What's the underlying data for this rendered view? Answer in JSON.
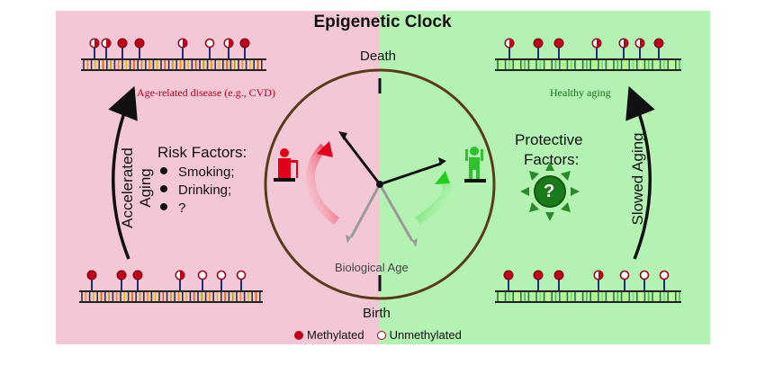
{
  "title": "Epigenetic Clock",
  "clock": {
    "top_label": "Death",
    "bottom_label": "Birth",
    "center_label": "Biological Age"
  },
  "left_panel": {
    "arrow_label": "Accelerated Aging",
    "top_caption": "Age-related disease (e.g., CVD)",
    "factors_title": "Risk Factors:",
    "factors": [
      "Smoking;",
      "Drinking;",
      "?"
    ]
  },
  "right_panel": {
    "arrow_label": "Slowed Aging",
    "top_caption": "Healthy aging",
    "factors_title_line1": "Protective",
    "factors_title_line2": "Factors:",
    "sun_symbol": "?"
  },
  "legend": {
    "methylated": "Methylated",
    "unmethylated": "Unmethylated"
  },
  "colors": {
    "left_bg": "#f4c7d6",
    "right_bg": "#b3f2b3",
    "methylated": "#c0001a",
    "unmethylated": "#ffffff",
    "clock_rim": "#5a3a1a"
  },
  "icons": [
    "risk-person-icon",
    "healthy-person-icon",
    "question-sun-icon",
    "clock-hand-icon"
  ]
}
